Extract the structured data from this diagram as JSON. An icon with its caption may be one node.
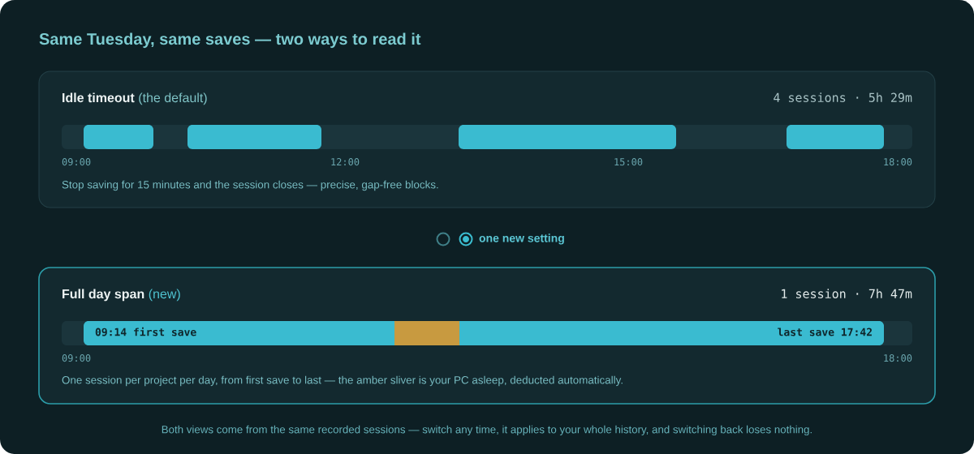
{
  "diagram": {
    "title": "Same Tuesday, same saves — two ways to read it",
    "caption": "Both views come from the same recorded sessions — switch any time, it applies to your whole history, and switching back loses nothing.",
    "nodes": [
      {
        "text": [
          "Idle timeout",
          "(the default)",
          "4 sessions · 5h 29m",
          "09:00",
          "12:00",
          "15:00",
          "18:00",
          "Stop saving for 15 minutes and the session closes — precise, gap-free blocks."
        ]
      },
      {
        "text": [],
        "shape": "bar",
        "in": 0
      },
      {
        "text": [],
        "shape": "bar",
        "in": 0
      },
      {
        "text": [],
        "shape": "bar",
        "in": 0
      },
      {
        "text": [],
        "shape": "bar",
        "in": 0
      },
      {
        "text": [
          "Full day span",
          "(new)",
          "1 session · 7h 47m",
          "09:00",
          "18:00",
          "One session per project per day, from first save to last — the amber sliver is your PC asleep, deducted automatically."
        ]
      },
      {
        "text": [
          "09:14 first save",
          "last save 17:42"
        ],
        "in": 5
      },
      {
        "text": [],
        "shape": "bar",
        "in": 6
      }
    ],
    "labels": [
      "one new setting"
    ]
  }
}
